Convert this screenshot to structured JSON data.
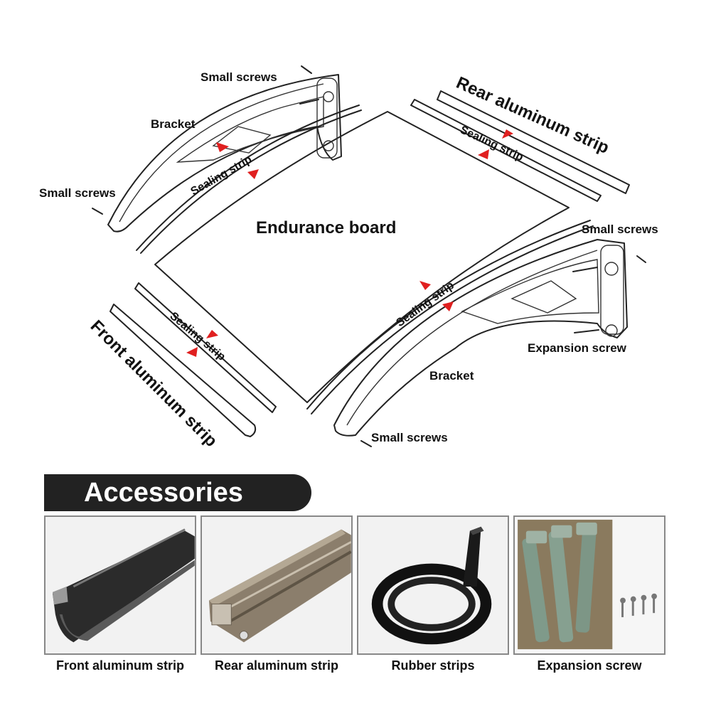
{
  "diagram": {
    "labels": {
      "small_screws_top": "Small screws",
      "bracket_left": "Bracket",
      "sealing_strip_left": "Sealing strip",
      "small_screws_left": "Small screws",
      "rear_aluminum_strip": "Rear aluminum strip",
      "sealing_strip_rear": "Sealing strip",
      "endurance_board": "Endurance board",
      "small_screws_right": "Small screws",
      "sealing_strip_right": "Sealing strip",
      "expansion_screw": "Expansion screw",
      "bracket_right": "Bracket",
      "small_screws_bottom": "Small screws",
      "sealing_strip_front": "Sealing strip",
      "front_aluminum_strip": "Front aluminum strip"
    }
  },
  "accessories": {
    "title": "Accessories",
    "items": [
      {
        "caption": "Front aluminum strip",
        "icon": "front-aluminum-strip-photo"
      },
      {
        "caption": "Rear aluminum strip",
        "icon": "rear-aluminum-strip-photo"
      },
      {
        "caption": "Rubber strips",
        "icon": "rubber-strips-photo"
      },
      {
        "caption": "Expansion screw",
        "icon": "expansion-screw-photo"
      }
    ]
  },
  "colors": {
    "arrow": "#e02020",
    "banner": "#222222"
  }
}
